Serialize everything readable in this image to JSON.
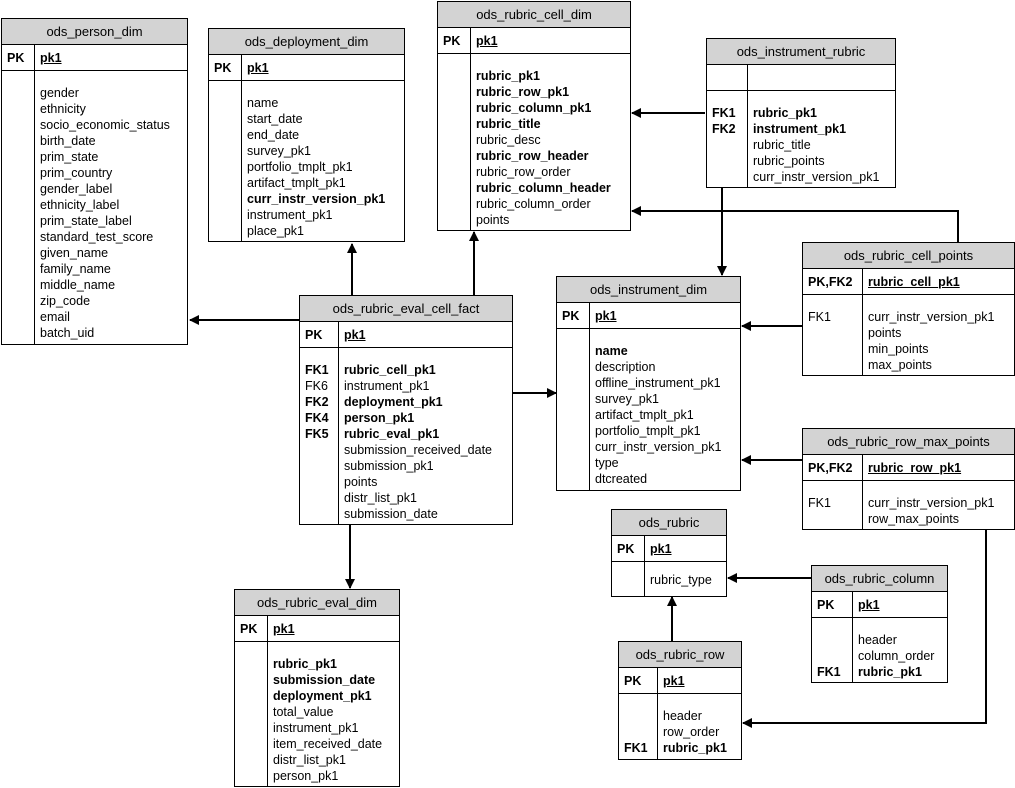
{
  "entities": {
    "ods_person_dim": {
      "title": "ods_person_dim",
      "pk_label": "PK",
      "pk_name": "pk1",
      "attributes": [
        "gender",
        "ethnicity",
        "socio_economic_status",
        "birth_date",
        "prim_state",
        "prim_country",
        "gender_label",
        "ethnicity_label",
        "prim_state_label",
        "standard_test_score",
        "given_name",
        "family_name",
        "middle_name",
        "zip_code",
        "email",
        "batch_uid"
      ]
    },
    "ods_deployment_dim": {
      "title": "ods_deployment_dim",
      "pk_label": "PK",
      "pk_name": "pk1",
      "attributes": [
        "name",
        "start_date",
        "end_date",
        "survey_pk1",
        "portfolio_tmplt_pk1",
        "artifact_tmplt_pk1",
        "curr_instr_version_pk1",
        "instrument_pk1",
        "place_pk1"
      ]
    },
    "ods_rubric_cell_dim": {
      "title": "ods_rubric_cell_dim",
      "pk_label": "PK",
      "pk_name": "pk1",
      "attributes": [
        "rubric_pk1",
        "rubric_row_pk1",
        "rubric_column_pk1",
        "rubric_title",
        "rubric_desc",
        "rubric_row_header",
        "rubric_row_order",
        "rubric_column_header",
        "rubric_column_order",
        "points"
      ]
    },
    "ods_instrument_rubric": {
      "title": "ods_instrument_rubric",
      "keys": [
        "FK1",
        "FK2"
      ],
      "attributes": [
        "rubric_pk1",
        "instrument_pk1",
        "rubric_title",
        "rubric_points",
        "curr_instr_version_pk1"
      ]
    },
    "ods_rubric_cell_points": {
      "title": "ods_rubric_cell_points",
      "pk_label": "PK,FK2",
      "pk_name": "rubric_cell_pk1",
      "keys": [
        "FK1"
      ],
      "attributes": [
        "curr_instr_version_pk1",
        "points",
        "min_points",
        "max_points"
      ]
    },
    "ods_rubric_eval_cell_fact": {
      "title": "ods_rubric_eval_cell_fact",
      "pk_label": "PK",
      "pk_name": "pk1",
      "keys": [
        "FK1",
        "FK6",
        "FK2",
        "FK4",
        "FK5"
      ],
      "attributes": [
        "rubric_cell_pk1",
        "instrument_pk1",
        "deployment_pk1",
        "person_pk1",
        "rubric_eval_pk1",
        "submission_received_date",
        "submission_pk1",
        "points",
        "distr_list_pk1",
        "submission_date"
      ]
    },
    "ods_instrument_dim": {
      "title": "ods_instrument_dim",
      "pk_label": "PK",
      "pk_name": "pk1",
      "attributes": [
        "name",
        "description",
        "offline_instrument_pk1",
        "survey_pk1",
        "artifact_tmplt_pk1",
        "portfolio_tmplt_pk1",
        "curr_instr_version_pk1",
        "type",
        "dtcreated"
      ]
    },
    "ods_rubric_row_max_points": {
      "title": "ods_rubric_row_max_points",
      "pk_label": "PK,FK2",
      "pk_name": "rubric_row_pk1",
      "keys": [
        "FK1"
      ],
      "attributes": [
        "curr_instr_version_pk1",
        "row_max_points"
      ]
    },
    "ods_rubric": {
      "title": "ods_rubric",
      "pk_label": "PK",
      "pk_name": "pk1",
      "attributes": [
        "rubric_type"
      ]
    },
    "ods_rubric_column": {
      "title": "ods_rubric_column",
      "pk_label": "PK",
      "pk_name": "pk1",
      "keys": [
        "FK1"
      ],
      "attributes": [
        "header",
        "column_order",
        "rubric_pk1"
      ]
    },
    "ods_rubric_eval_dim": {
      "title": "ods_rubric_eval_dim",
      "pk_label": "PK",
      "pk_name": "pk1",
      "attributes": [
        "rubric_pk1",
        "submission_date",
        "deployment_pk1",
        "total_value",
        "instrument_pk1",
        "item_received_date",
        "distr_list_pk1",
        "person_pk1"
      ]
    },
    "ods_rubric_row": {
      "title": "ods_rubric_row",
      "pk_label": "PK",
      "pk_name": "pk1",
      "keys": [
        "FK1"
      ],
      "attributes": [
        "header",
        "row_order",
        "rubric_pk1"
      ]
    }
  }
}
